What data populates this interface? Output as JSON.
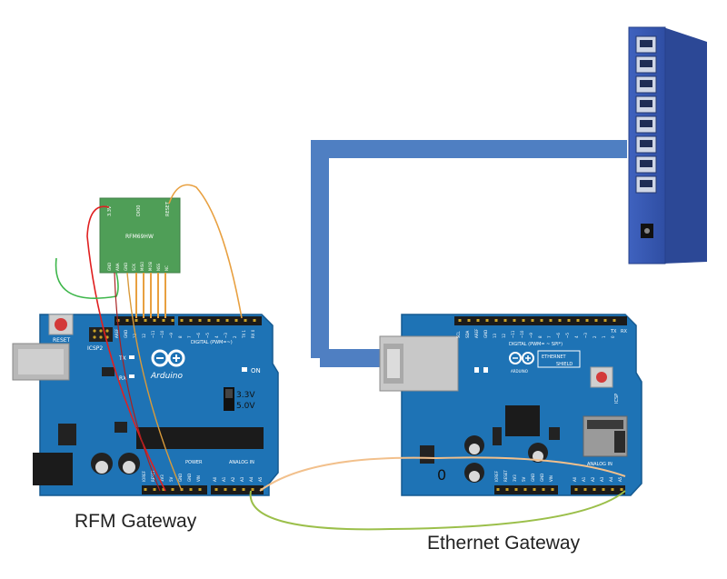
{
  "captions": {
    "rfm_gateway": "RFM Gateway",
    "ethernet_gateway": "Ethernet Gateway"
  },
  "rfm_module": {
    "name": "RFM69HW",
    "top_pins": [
      "3.3V",
      "DIO0",
      "RESET"
    ],
    "bottom_pins": [
      "GND",
      "ANA",
      "GND",
      "SCK",
      "MISO",
      "MOSI",
      "NSS",
      "NC"
    ]
  },
  "arduino_rfm": {
    "brand": "Arduino",
    "reset_label": "RESET",
    "icsp_label": "ICSP2",
    "on_label": "ON",
    "tx_label": "TX",
    "rx_label": "RX",
    "voltage_high": "3.3V",
    "voltage_low": "5.0V",
    "digital_label": "DIGITAL (PWM=~)",
    "power_label": "POWER",
    "analog_label": "ANALOG IN",
    "pin_labels_top": [
      "AREF",
      "GND",
      "13",
      "12",
      "~11",
      "~10",
      "~9",
      "8",
      "7",
      "~6",
      "~5",
      "4",
      "~3",
      "2",
      "TX 1",
      "RX 0"
    ],
    "pin_labels_power": [
      "IOREF",
      "RESET",
      "3V3",
      "5V",
      "GND",
      "GND",
      "VIN"
    ],
    "pin_labels_analog": [
      "A0",
      "A1",
      "A2",
      "A3",
      "A4",
      "A5"
    ]
  },
  "arduino_eth": {
    "logo_left": "ARDUINO",
    "logo_right": "ETHERNET",
    "logo_sub": "SHIELD",
    "digital_label": "DIGITAL (PWM= ~ SPI*)",
    "analog_label": "ANALOG IN",
    "icsp_label": "ICSP",
    "tx_label": "TX",
    "rx_label": "RX",
    "zero_label": "0",
    "pin_labels_top": [
      "SCL",
      "SDA",
      "AREF",
      "GND",
      "13",
      "12",
      "~11",
      "~10",
      "~9",
      "8",
      "7",
      "~6",
      "~5",
      "4",
      "~3",
      "2",
      "1",
      "0"
    ],
    "pin_labels_power": [
      "IOREF",
      "RESET",
      "3V3",
      "5V",
      "GND",
      "GND",
      "VIN"
    ],
    "pin_labels_analog": [
      "A0",
      "A1",
      "A2",
      "A3",
      "A4",
      "A5"
    ]
  },
  "colors": {
    "board_blue": "#1e73b5",
    "cable_blue": "#4f7fc2",
    "switch_blue": "#3a5bb5",
    "module_green": "#4f9e57",
    "wire_red": "#e02020",
    "wire_orange": "#e8a040",
    "wire_green": "#3db64a",
    "wire_olive": "#9bbf4a",
    "wire_peach": "#f2c08c"
  }
}
